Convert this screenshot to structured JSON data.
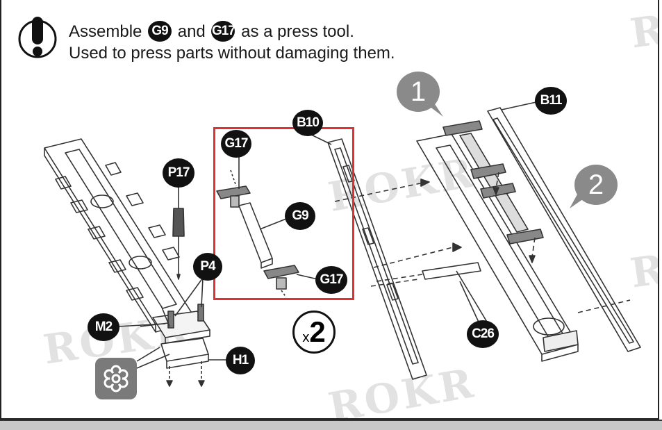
{
  "note": {
    "line1_pre": "Assemble",
    "line1_tag_a": "G9",
    "line1_mid": "and",
    "line1_tag_b": "G17",
    "line1_post": "as a press tool.",
    "line2": "Used to press parts without damaging them."
  },
  "callouts": {
    "b10": "B10",
    "b11": "B11",
    "g17_top": "G17",
    "g9": "G9",
    "g17_bottom": "G17",
    "p17": "P17",
    "p4": "P4",
    "m2": "M2",
    "h1": "H1",
    "c26": "C26"
  },
  "steps": {
    "one": "1",
    "two": "2"
  },
  "multiplier": {
    "prefix": "x",
    "count": "2"
  },
  "watermark": "ROKR",
  "colors": {
    "highlight": "#e03131",
    "callout_bg": "#111111",
    "step_bubble": "#8a8a8a"
  }
}
